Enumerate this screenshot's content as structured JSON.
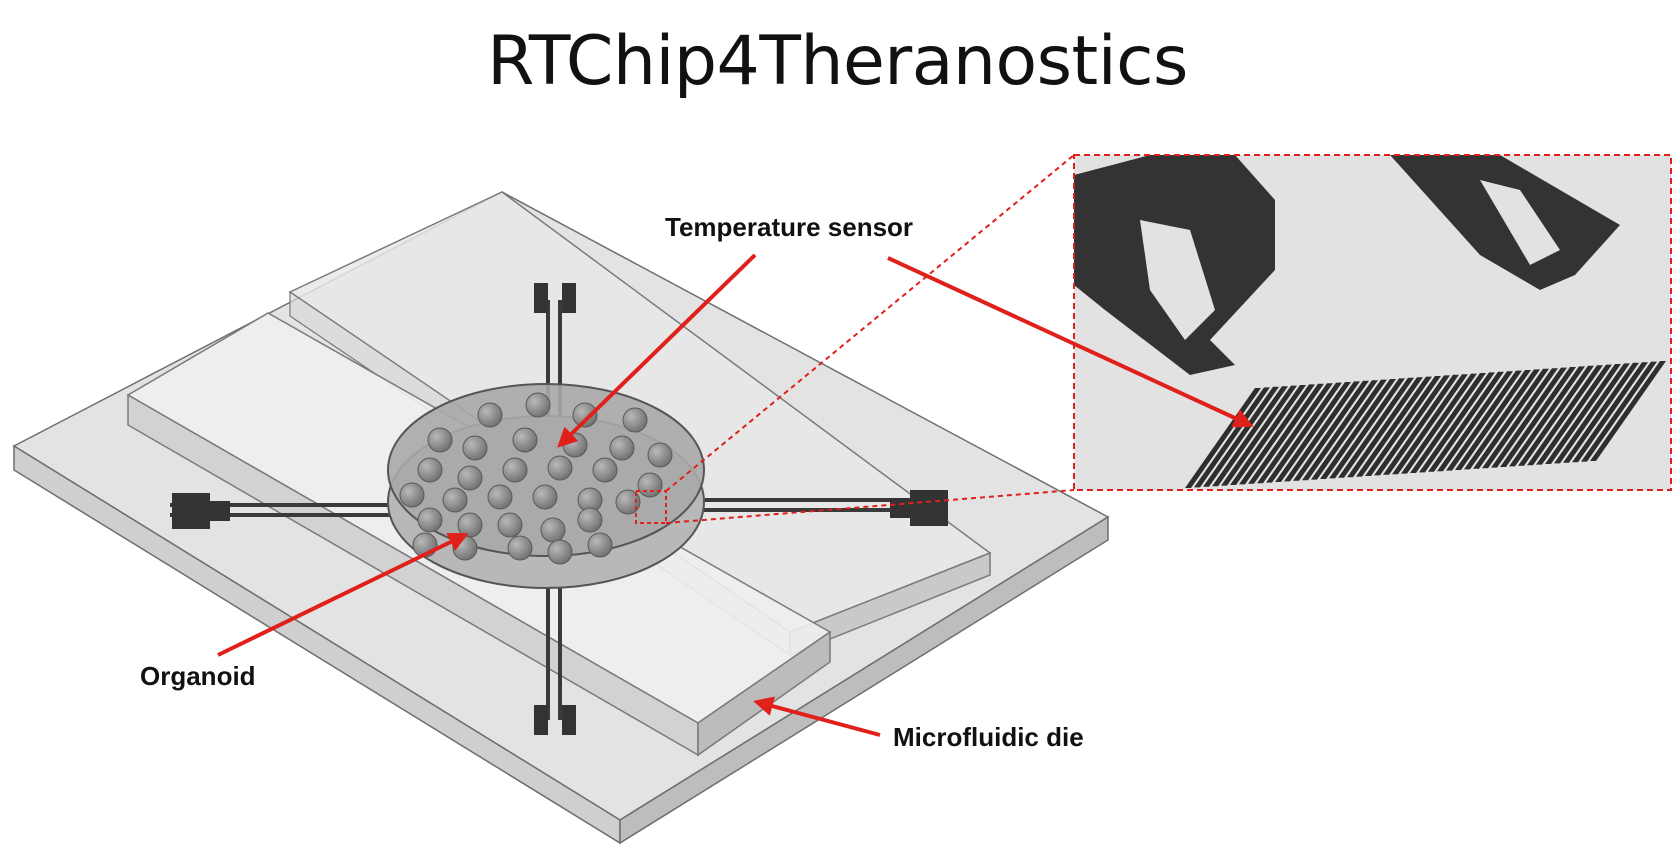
{
  "title": "RTChip4Theranostics",
  "labels": {
    "temperature_sensor": "Temperature sensor",
    "organoid": "Organoid",
    "microfluidic_die": "Microfluidic die"
  },
  "colors": {
    "arrow": "#e0201a",
    "glass": "#dcdcdc",
    "electrode": "#333333",
    "organoid": "#8d8d8d"
  }
}
